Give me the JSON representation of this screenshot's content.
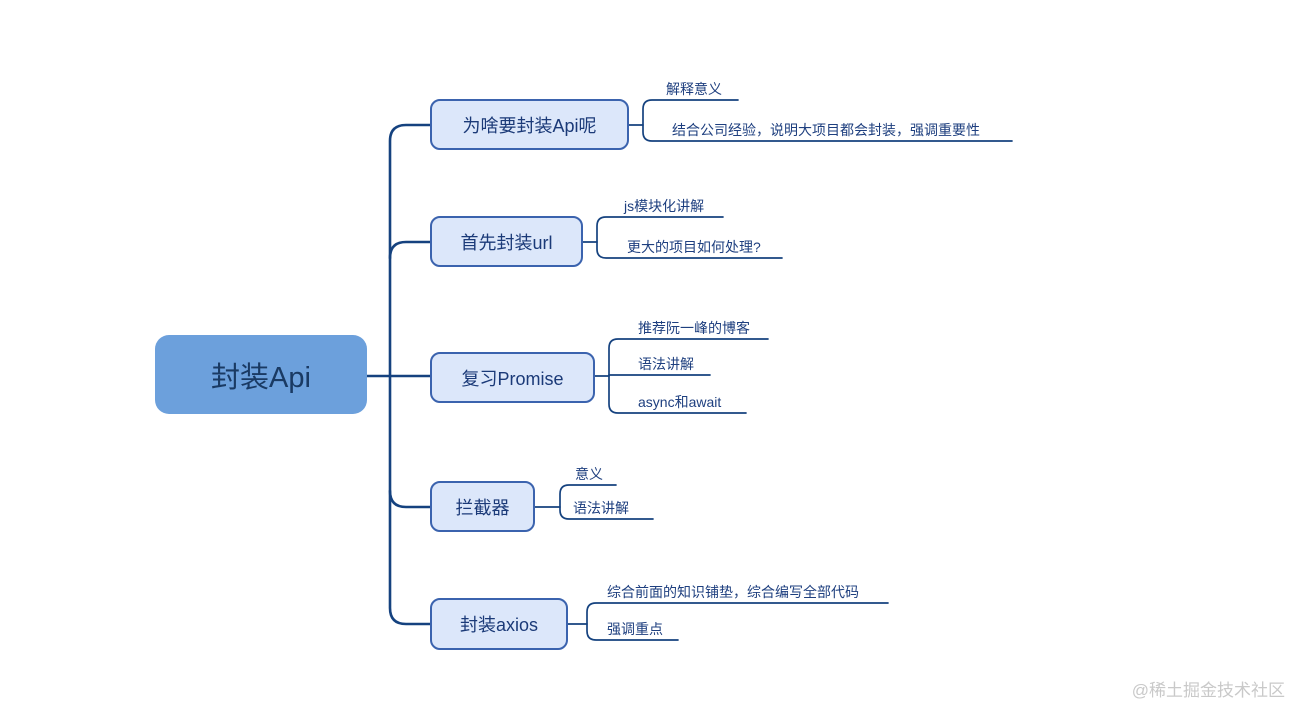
{
  "map": {
    "root": {
      "label": "封装Api"
    },
    "branches": [
      {
        "label": "为啥要封装Api呢",
        "children": [
          {
            "text": "解释意义"
          },
          {
            "text": "结合公司经验，说明大项目都会封装，强调重要性"
          }
        ]
      },
      {
        "label": "首先封装url",
        "children": [
          {
            "text": "js模块化讲解"
          },
          {
            "text": "更大的项目如何处理?"
          }
        ]
      },
      {
        "label": "复习Promise",
        "children": [
          {
            "text": "推荐阮一峰的博客"
          },
          {
            "text": "语法讲解"
          },
          {
            "text": "async和await"
          }
        ]
      },
      {
        "label": "拦截器",
        "children": [
          {
            "text": "意义"
          },
          {
            "text": "语法讲解"
          }
        ]
      },
      {
        "label": "封装axios",
        "children": [
          {
            "text": "综合前面的知识铺垫，综合编写全部代码"
          },
          {
            "text": "强调重点"
          }
        ]
      }
    ]
  },
  "watermark": "@稀土掘金技术社区",
  "colors": {
    "background": "#ffffff",
    "root_fill": "#6ca0dc",
    "root_text": "#1a3a63",
    "branch_fill": "#dce7fa",
    "branch_border": "#3b63ae",
    "branch_text": "#1b3a78",
    "line": "#15427f",
    "child_text": "#1e3f7f",
    "watermark_text": "#c9c9c9"
  }
}
